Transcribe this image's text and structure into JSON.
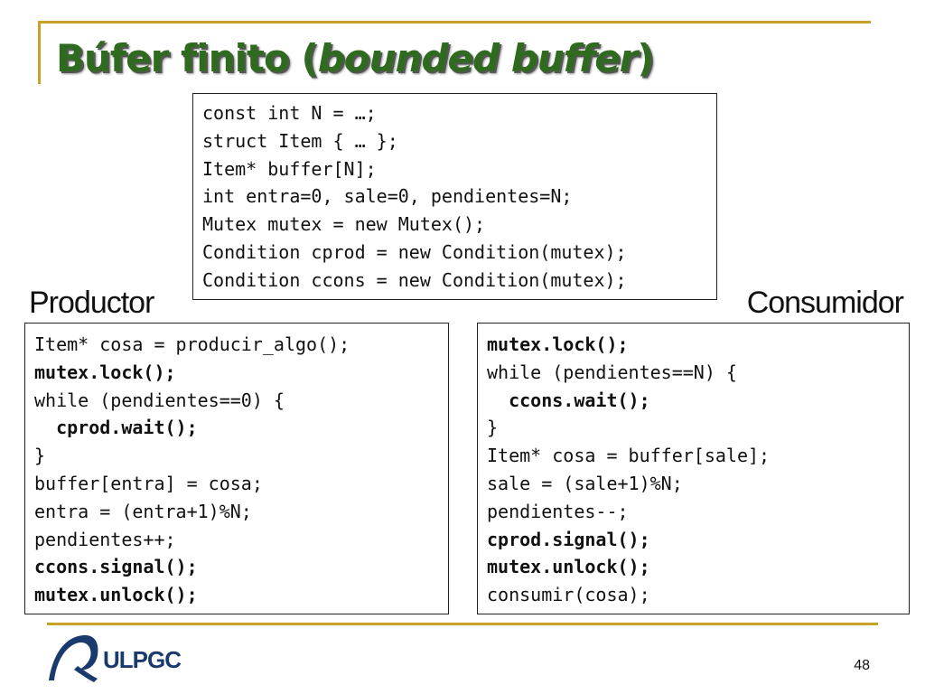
{
  "slide": {
    "title_main": "Búfer finito (",
    "title_italic": "bounded buffer",
    "title_end": ")",
    "page_number": "48"
  },
  "declarations": [
    "const int N = …;",
    "struct Item { … };",
    "Item* buffer[N];",
    "int entra=0, sale=0, pendientes=N;",
    "Mutex mutex = new Mutex();",
    "Condition cprod = new Condition(mutex);",
    "Condition ccons = new Condition(mutex);"
  ],
  "producer": {
    "label": "Productor",
    "lines": [
      "Item* cosa = producir_algo();",
      "mutex.lock();",
      "while (pendientes==0) {",
      "  cprod.wait();",
      "}",
      "buffer[entra] = cosa;",
      "entra = (entra+1)%N;",
      "pendientes++;",
      "ccons.signal();",
      "mutex.unlock();"
    ]
  },
  "consumer": {
    "label": "Consumidor",
    "lines": [
      "mutex.lock();",
      "while (pendientes==N) {",
      "  ccons.wait();",
      "}",
      "Item* cosa = buffer[sale];",
      "sale = (sale+1)%N;",
      "pendientes--;",
      "cprod.signal();",
      "mutex.unlock();",
      "consumir(cosa);"
    ]
  },
  "logo": {
    "text": "ULPGC",
    "icon": "ulpgc-logo-icon"
  },
  "colors": {
    "title": "#2e6b1e",
    "frame": "#c9a227",
    "logo": "#1a3a6e"
  }
}
